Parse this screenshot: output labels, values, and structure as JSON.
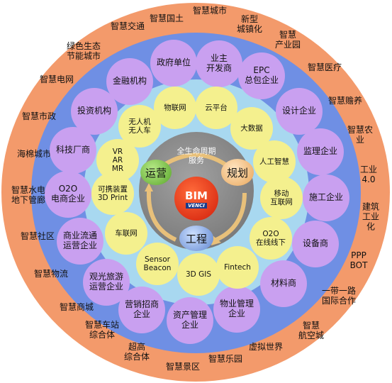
{
  "center": {
    "core": "BIM",
    "brand": "VENCI",
    "lifecycle": "全生命周期\n服务",
    "phase_ops": "运营",
    "phase_plan": "规划",
    "phase_eng": "工程"
  },
  "yellow": [
    "物联网",
    "云平台",
    "大数据",
    "人工智慧",
    "移动\n互联网",
    "O2O\n在线线下",
    "Fintech",
    "3D GIS",
    "Sensor\nBeacon",
    "车联网",
    "可携装置\n3D Print",
    "VR\nAR\nMR",
    "无人机\n无人车"
  ],
  "purple": [
    "政府单位",
    "业主\n开发商",
    "EPC\n总包企业",
    "设计企业",
    "监理企业",
    "施工企业",
    "设备商",
    "材料商",
    "物业管理\n企业",
    "资产管理\n企业",
    "营销招商\n企业",
    "观光旅游\n运营企业",
    "商业流通\n运营企业",
    "O2O\n电商企业",
    "科技厂商",
    "投资机构",
    "金融机构"
  ],
  "outer": [
    "智慧国土",
    "智慧城市",
    "新型\n城镇化",
    "智慧\n产业园",
    "智慧医疗",
    "智慧赡养",
    "智慧农业",
    "工业\n4.0",
    "建筑\n工业化",
    "PPP\nBOT",
    "一带一路\n国际合作",
    "智慧\n航空城",
    "虚拟世界",
    "智慧乐园",
    "智慧景区",
    "超高\n综合体",
    "智慧车站\n综合体",
    "智慧商城",
    "智慧物流",
    "智慧社区",
    "智慧水电\n地下管廊",
    "海棉城市",
    "智慧市政",
    "智慧电网",
    "绿色生态\n节能城市",
    "智慧交通"
  ]
}
